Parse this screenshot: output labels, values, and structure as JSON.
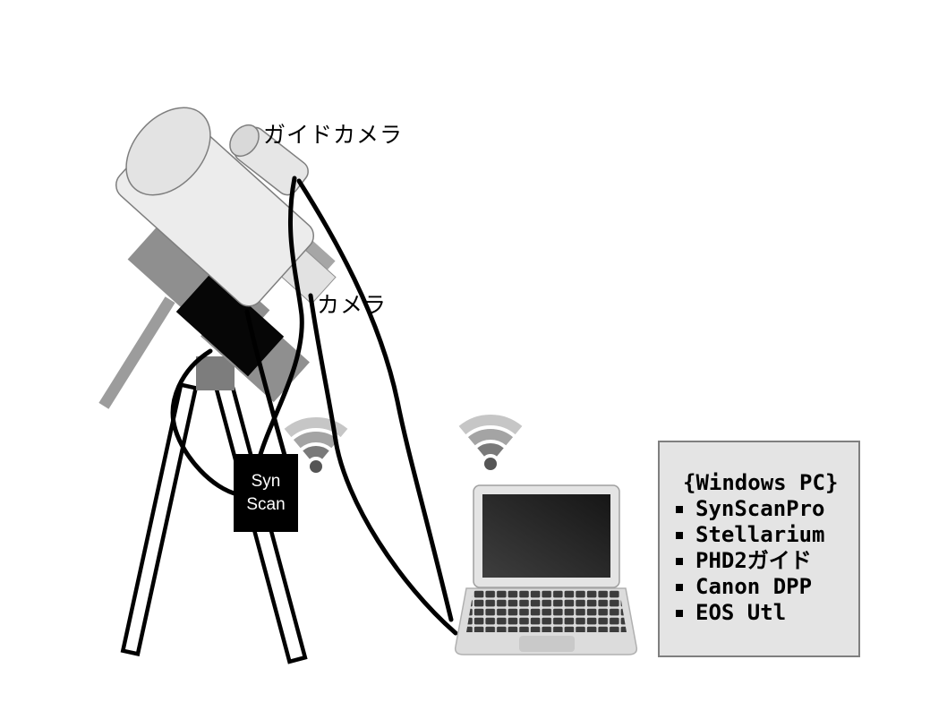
{
  "diagram_title": "telescope-astrophotography-setup",
  "labels": {
    "guide_camera": "ガイドカメラ",
    "camera": "カメラ"
  },
  "synscan": {
    "line1": "Syn",
    "line2": "Scan"
  },
  "pc_panel": {
    "title": "{Windows PC}",
    "items": [
      "SynScanPro",
      "Stellarium",
      "PHD2ガイド",
      "Canon DPP",
      "EOS Utl"
    ]
  },
  "icons": {
    "wifi_left": "wifi-signal",
    "wifi_right": "wifi-signal",
    "laptop": "laptop-computer",
    "telescope": "telescope-on-equatorial-mount",
    "synscan_controller": "synscan-hand-controller"
  },
  "colors": {
    "background": "#ffffff",
    "cable": "#000000",
    "telescope_tube": "#ececec",
    "mount_gray": "#8f8f8f",
    "synscan_bg": "#000000",
    "synscan_text": "#ffffff",
    "panel_bg": "#e4e4e4",
    "panel_border": "#7f7f7f",
    "wifi_outer": "#c6c6c6",
    "wifi_mid": "#a4a4a4",
    "wifi_inner": "#7a7a7a",
    "wifi_dot": "#555555",
    "laptop_body": "#dcdcdc",
    "laptop_screen": "#262626",
    "laptop_keys": "#3c3c3c"
  }
}
